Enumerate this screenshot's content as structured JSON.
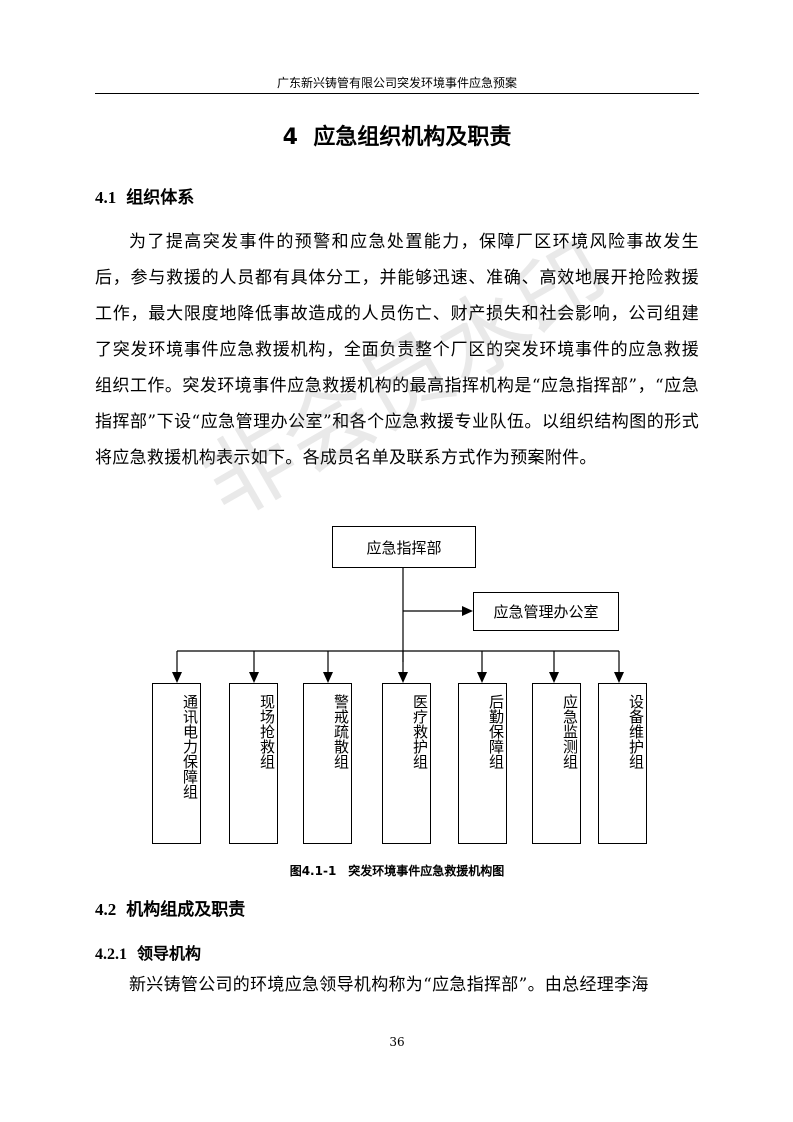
{
  "header": {
    "running_title": "广东新兴铸管有限公司突发环境事件应急预案"
  },
  "chapter": {
    "number": "4",
    "title": "应急组织机构及职责"
  },
  "section_4_1": {
    "number": "4.1",
    "title": "组织体系",
    "paragraph": "为了提高突发事件的预警和应急处置能力，保障厂区环境风险事故发生后，参与救援的人员都有具体分工，并能够迅速、准确、高效地展开抢险救援工作，最大限度地降低事故造成的人员伤亡、财产损失和社会影响，公司组建了突发环境事件应急救援机构，全面负责整个厂区的突发环境事件的应急救援组织工作。突发环境事件应急救援机构的最高指挥机构是“应急指挥部”，“应急指挥部”下设“应急管理办公室”和各个应急救援专业队伍。以组织结构图的形式将应急救援机构表示如下。各成员名单及联系方式作为预案附件。"
  },
  "org_chart": {
    "top": "应急指挥部",
    "office": "应急管理办公室",
    "teams": [
      "通讯电力保障组",
      "现场抢救组",
      "警戒疏散组",
      "医疗救护组",
      "后勤保障组",
      "应急监测组",
      "设备维护组"
    ]
  },
  "figure": {
    "caption": "图4.1-1　突发环境事件应急救援机构图"
  },
  "section_4_2": {
    "number": "4.2",
    "title": "机构组成及职责"
  },
  "section_4_2_1": {
    "number": "4.2.1",
    "title": "领导机构",
    "paragraph": "新兴铸管公司的环境应急领导机构称为“应急指挥部”。由总经理李海"
  },
  "watermark": {
    "text": "非会员水印"
  },
  "page": {
    "number": "36"
  }
}
